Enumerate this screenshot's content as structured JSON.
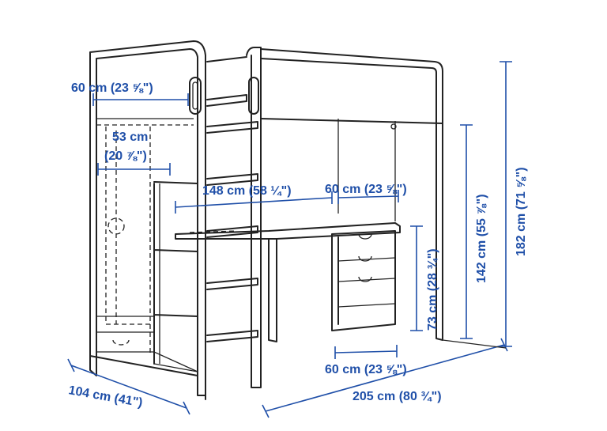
{
  "colors": {
    "dimension": "#1f4fa8",
    "drawing": "#222222",
    "background": "#ffffff"
  },
  "dimensions": {
    "wardrobe_width": "60 cm (23 ⅝\")",
    "wardrobe_inner_width_cm": "53 cm",
    "wardrobe_inner_width_in": "(20 ⅞\")",
    "desk_length": "148 cm (58 ¼\")",
    "desk_depth_top": "60 cm (23 ⅝\")",
    "desk_depth_bottom": "60 cm (23 ⅝\")",
    "desk_height": "73 cm (28 ¾\")",
    "under_bed_height": "142 cm (55 ⅞\")",
    "total_height": "182 cm (71 ⅝\")",
    "total_depth": "104 cm (41\")",
    "total_length": "205 cm (80 ¾\")"
  }
}
